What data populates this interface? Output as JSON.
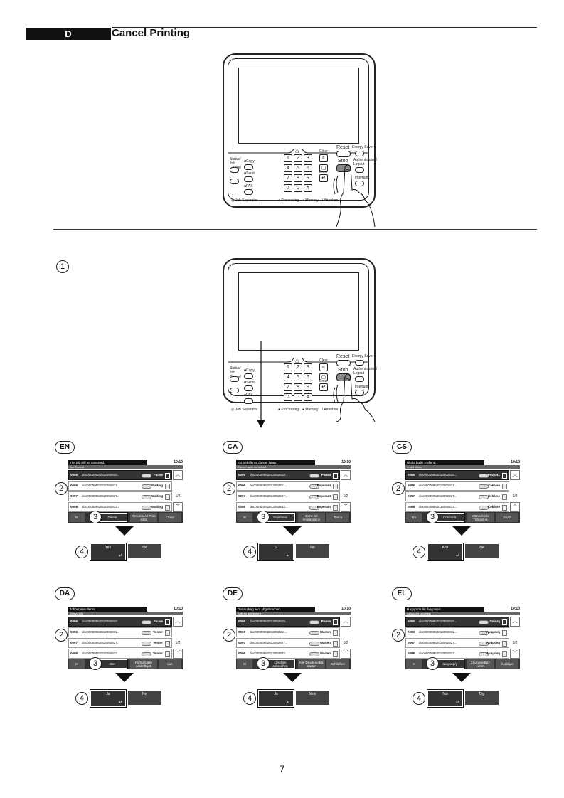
{
  "section": {
    "letter": "D",
    "title": "Cancel Printing"
  },
  "step1_label": "1",
  "page_number": "7",
  "device": {
    "keys": [
      "1",
      "2",
      "3",
      "4",
      "5",
      "6",
      "7",
      "8",
      "9",
      "0",
      "#"
    ],
    "labels": {
      "reset": "Reset",
      "stop": "Stop",
      "energy": "Energy Saver",
      "status": "Status/ Job Cancel",
      "copy": "Copy",
      "send": "Send",
      "fax": "FAX",
      "clear": "Clear",
      "enter": "Enter",
      "auth": "Authentication/ Logout",
      "interrupt": "Interrupt",
      "processing": "Processing",
      "memory": "Memory",
      "attention": "Attention",
      "job_separator": "Job Separator"
    }
  },
  "panels": [
    {
      "lang": "EN",
      "status": "The job will be canceled.",
      "time": "10:10",
      "title": "Job Cancel",
      "states": [
        "Pause",
        "Waiting",
        "Waiting",
        "Waiting"
      ],
      "page": "1/2",
      "buttons": [
        "M",
        "Delete",
        "Resume All Print Jobs",
        "Close"
      ],
      "yes": "Yes",
      "no": "No"
    },
    {
      "lang": "CA",
      "status": "Els treballs es cancel·laran.",
      "time": "10:10",
      "title": "Cancel·lació de treball",
      "states": [
        "Pausa",
        "Esperant",
        "Esperant",
        "Esperant"
      ],
      "page": "1/2",
      "buttons": [
        "M",
        "Suprimeix",
        "Cont. tot impressions",
        "Tanca"
      ],
      "yes": "Sí",
      "no": "No"
    },
    {
      "lang": "CS",
      "status": "Úloha bude zrušena.",
      "time": "10:10",
      "title": "Zrušit úlohu",
      "states": [
        "Pozast..",
        "Čeká se",
        "Čeká se",
        "Čeká se"
      ],
      "page": "1/2",
      "buttons": [
        "Na",
        "Odstranit",
        "Obnovit vše Tiskové úl.",
        "Zavřít"
      ],
      "yes": "Ano",
      "no": "Ne"
    },
    {
      "lang": "DA",
      "status": "Jobbet annulleres.",
      "time": "10:10",
      "title": "Afbryd job",
      "states": [
        "Pause",
        "Venter",
        "Venter",
        "Venter"
      ],
      "page": "1/2",
      "buttons": [
        "M",
        "Slet",
        "Fortsæt alle udskriftsjob",
        "Luk"
      ],
      "yes": "Ja",
      "no": "Nej"
    },
    {
      "lang": "DE",
      "status": "Der Auftrag wird abgebrochen.",
      "time": "10:10",
      "title": "Auftrag abbrechen",
      "states": [
        "Pause",
        "Warten",
        "Warten",
        "Warten"
      ],
      "page": "1/2",
      "buttons": [
        "M",
        "Löschen abbrechen",
        "Alle Druck-aufträ. starten",
        "Schließen"
      ],
      "yes": "Ja",
      "no": "Nein"
    },
    {
      "lang": "EL",
      "status": "Η εργασία θα διαγραφεί.",
      "time": "10:10",
      "title": "Ακύρωση εργασίας",
      "states": [
        "Παύση",
        "Αναμονή",
        "Αναμονή",
        "Αναμονή"
      ],
      "page": "1/2",
      "buttons": [
        "M",
        "Διαγραφή",
        "Συνέχεια Εργ. εκτύπ.",
        "Κλείσιμο"
      ],
      "yes": "Ναι",
      "no": "Όχι"
    }
  ],
  "jobs": [
    {
      "id": "0095",
      "doc": "doc00000952013092810..."
    },
    {
      "id": "0096",
      "doc": "doc00000952013092811..."
    },
    {
      "id": "0097",
      "doc": "doc00000952013092827..."
    },
    {
      "id": "0098",
      "doc": "doc00000952013092833..."
    }
  ],
  "step_labels": {
    "s2": "2",
    "s3": "3",
    "s4": "4"
  }
}
